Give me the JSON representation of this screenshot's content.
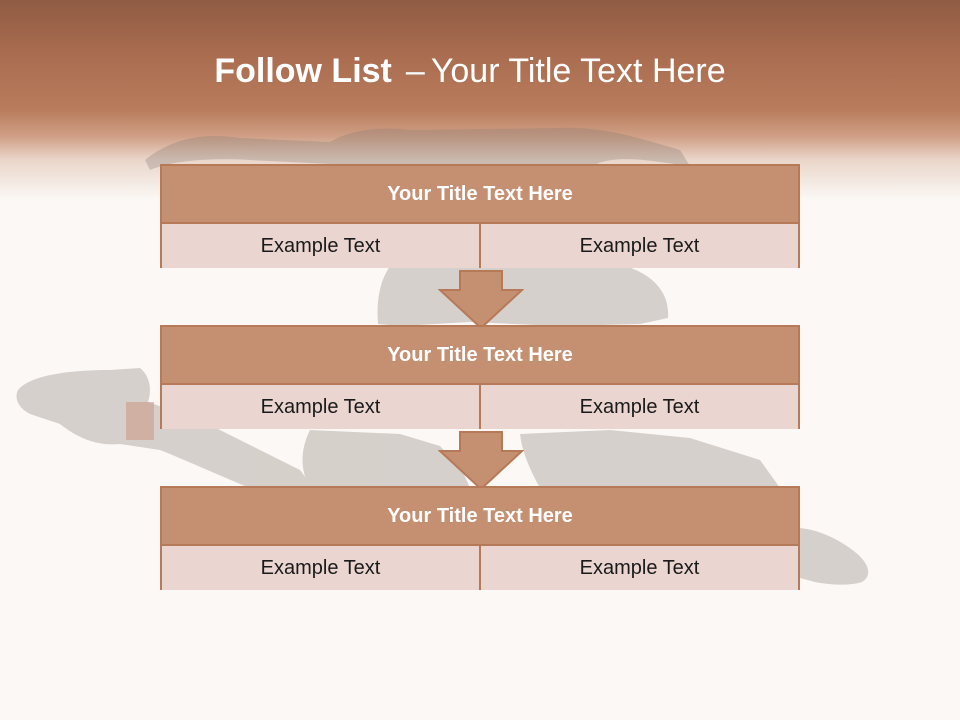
{
  "slide": {
    "title_bold": "Follow List",
    "title_sep": "–",
    "title_rest": "Your Title Text Here"
  },
  "blocks": [
    {
      "title": "Your Title Text Here",
      "left": "Example Text",
      "right": "Example Text"
    },
    {
      "title": "Your Title Text Here",
      "left": "Example Text",
      "right": "Example Text"
    },
    {
      "title": "Your Title Text Here",
      "left": "Example Text",
      "right": "Example Text"
    }
  ],
  "colors": {
    "header": "#b97c5c",
    "block_title_fill": "#c58f71",
    "block_cell_fill": "#ead5d0",
    "border": "#b67a58",
    "background": "#fbf8f5"
  }
}
